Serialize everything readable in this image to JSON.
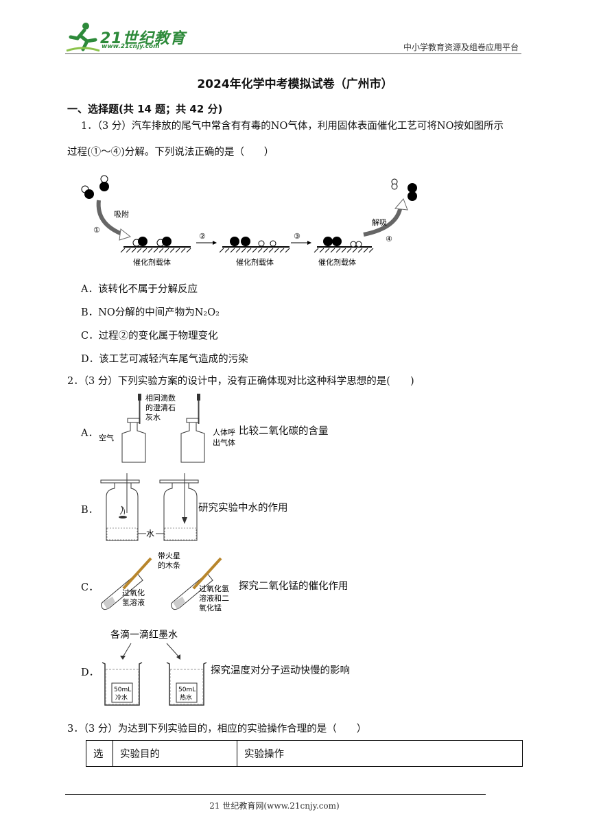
{
  "header": {
    "logo_text": "21世纪教育",
    "logo_url": "www.21cnjy.com",
    "right_text": "中小学教育资源及组卷应用平台"
  },
  "title": "2024年化学中考模拟试卷（广州市）",
  "section": "一、选择题(共 14 题；共 42 分)",
  "q1": {
    "line1": "1．（3 分）汽车排放的尾气中常含有有毒的NO气体，利用固体表面催化工艺可将NO按如图所示",
    "line2": "过程(①～④)分解。下列说法正确的是（　　）",
    "figure": {
      "step1": "吸附",
      "step1_num": "①",
      "step2_num": "②",
      "step3_num": "③",
      "step4": "解吸",
      "step4_num": "④",
      "carrier": "催化剂载体"
    },
    "options": [
      "A．该转化不属于分解反应",
      "B．NO分解的中间产物为N₂O₂",
      "C．过程②的变化属于物理变化",
      "D．该工艺可减轻汽车尾气造成的污染"
    ]
  },
  "q2": {
    "stem": "2．（3 分）下列实验方案的设计中，没有正确体现对比这种科学思想的是(　　)",
    "A": {
      "letter": "A．",
      "text": "比较二氧化碳的含量",
      "label_drops_1": "相同滴数",
      "label_drops_2": "的澄清石",
      "label_drops_3": "灰水",
      "label_air": "空气",
      "label_breath_1": "人体呼",
      "label_breath_2": "出气体"
    },
    "B": {
      "letter": "B．",
      "text": "研究实验中水的作用",
      "label_water": "水"
    },
    "C": {
      "letter": "C．",
      "text": "探究二氧化锰的催化作用",
      "label_stick_1": "带火星",
      "label_stick_2": "的木条",
      "label_left_1": "过氧化",
      "label_left_2": "氢溶液",
      "label_right_1": "过氧化氢",
      "label_right_2": "溶液和二",
      "label_right_3": "氧化锰"
    },
    "D": {
      "letter": "D．",
      "text": "探究温度对分子运动快慢的影响",
      "label_top": "各滴一滴红墨水",
      "cold_1": "50mL",
      "cold_2": "冷水",
      "hot_1": "50mL",
      "hot_2": "热水"
    }
  },
  "q3": {
    "stem": "3．（3 分）为达到下列实验目的，相应的实验操作合理的是（　　）",
    "table_headers": [
      "选",
      "实验目的",
      "实验操作"
    ]
  },
  "footer": "21 世纪教育网(www.21cnjy.com)"
}
